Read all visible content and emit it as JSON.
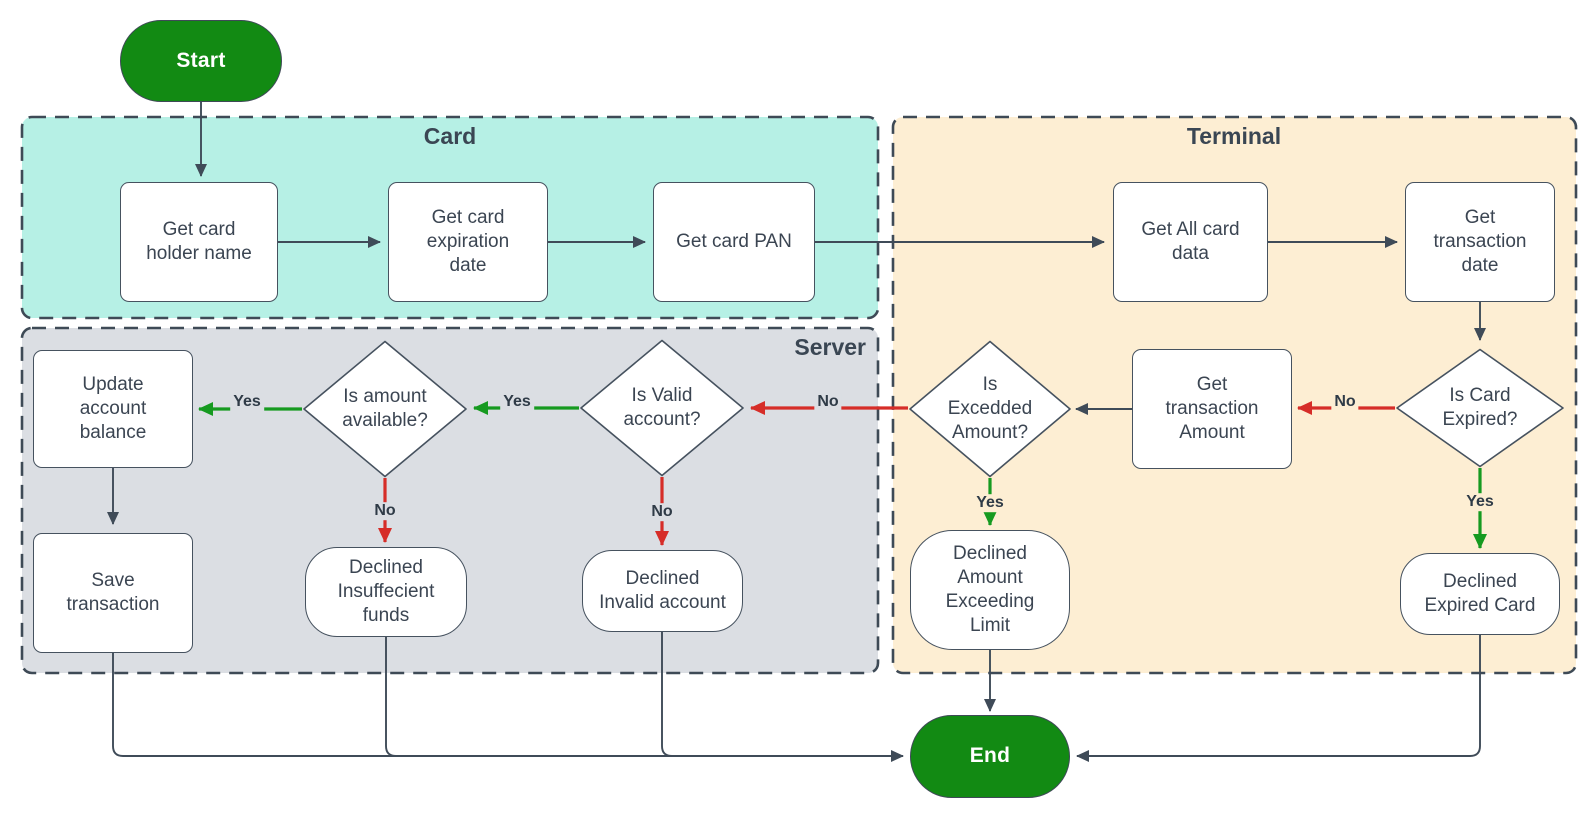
{
  "lanes": {
    "card": {
      "label": "Card",
      "fill": "#b6f0e5"
    },
    "terminal": {
      "label": "Terminal",
      "fill": "#fdeed3"
    },
    "server": {
      "label": "Server",
      "fill": "#dbdee3"
    }
  },
  "nodes": {
    "start": {
      "label": "Start",
      "type": "start-terminator"
    },
    "get_card_holder_name": {
      "label": "Get card holder name",
      "type": "process"
    },
    "get_card_expiration_date": {
      "label": "Get card expiration date",
      "type": "process"
    },
    "get_card_pan": {
      "label": "Get card PAN",
      "type": "process"
    },
    "get_all_card_data": {
      "label": "Get All card data",
      "type": "process"
    },
    "get_transaction_date": {
      "label": "Get transaction date",
      "type": "process"
    },
    "is_card_expired": {
      "label": "Is Card Expired?",
      "type": "decision"
    },
    "get_transaction_amount": {
      "label": "Get transaction Amount",
      "type": "process"
    },
    "is_excedded_amount": {
      "label": "Is Excedded Amount?",
      "type": "decision"
    },
    "is_valid_account": {
      "label": "Is Valid account?",
      "type": "decision"
    },
    "is_amount_available": {
      "label": "Is amount available?",
      "type": "decision"
    },
    "update_account_balance": {
      "label": "Update account balance",
      "type": "process"
    },
    "save_transaction": {
      "label": "Save transaction",
      "type": "process"
    },
    "declined_insuffecient_funds": {
      "label": "Declined Insuffecient funds",
      "type": "terminator"
    },
    "declined_invalid_account": {
      "label": "Declined Invalid account",
      "type": "terminator"
    },
    "declined_amount_exceeding_limit": {
      "label": "Declined Amount Exceeding Limit",
      "type": "terminator"
    },
    "declined_expired_card": {
      "label": "Declined Expired Card",
      "type": "terminator"
    },
    "end": {
      "label": "End",
      "type": "end-terminator"
    }
  },
  "edge_labels": {
    "card_expired_no": "No",
    "card_expired_yes": "Yes",
    "excedded_amount_no": "No",
    "excedded_amount_yes": "Yes",
    "valid_account_yes": "Yes",
    "valid_account_no": "No",
    "amount_available_yes": "Yes",
    "amount_available_no": "No"
  },
  "colors": {
    "terminator_green": "#128a13",
    "yes_arrow_green": "#169a20",
    "no_arrow_red": "#d62d28",
    "connector_dark": "#3f4b58",
    "node_border": "#46525f",
    "text": "#3b4552"
  }
}
